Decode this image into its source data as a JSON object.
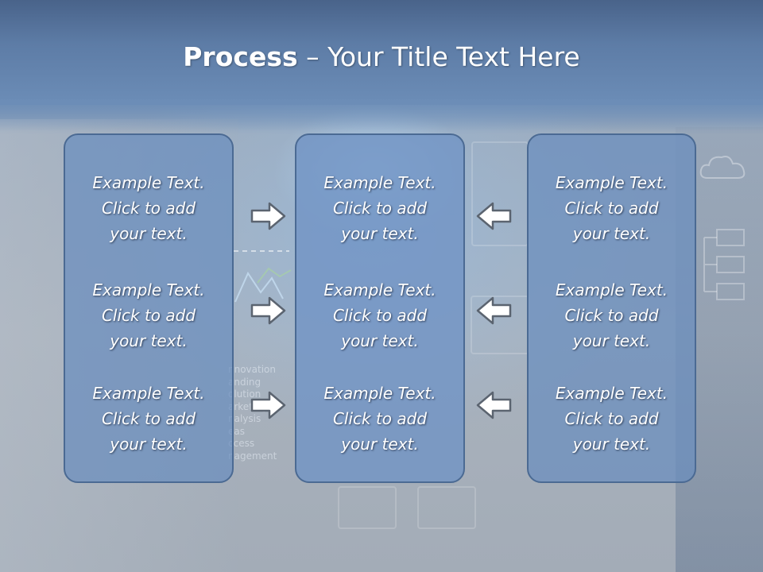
{
  "slide": {
    "title_bold": "Process",
    "title_rest": " – Your Title Text Here"
  },
  "background_text": [
    "nnovation",
    "anding",
    "olution",
    "arketing",
    "nalysis",
    "eas",
    "ccess",
    "nagement"
  ],
  "columns": [
    {
      "items": [
        {
          "l1": "Example Text.",
          "l2": "Click  to add",
          "l3": "your text."
        },
        {
          "l1": "Example Text.",
          "l2": "Click  to add",
          "l3": "your text."
        },
        {
          "l1": "Example Text.",
          "l2": "Click  to add",
          "l3": "your text."
        }
      ]
    },
    {
      "items": [
        {
          "l1": "Example Text.",
          "l2": "Click  to add",
          "l3": "your text."
        },
        {
          "l1": "Example Text.",
          "l2": "Click  to add",
          "l3": "your text."
        },
        {
          "l1": "Example Text.",
          "l2": "Click  to add",
          "l3": "your text."
        }
      ]
    },
    {
      "items": [
        {
          "l1": "Example Text.",
          "l2": "Click  to add",
          "l3": "your text."
        },
        {
          "l1": "Example Text.",
          "l2": "Click  to add",
          "l3": "your text."
        },
        {
          "l1": "Example Text.",
          "l2": "Click  to add",
          "l3": "your text."
        }
      ]
    }
  ],
  "arrows": {
    "left_group": "right-arrow-icon",
    "right_group": "left-arrow-icon"
  },
  "colors": {
    "box_fill": "#6a8ebe",
    "box_border": "#4b6a93",
    "header": "#5d7ca6",
    "text": "#ffffff"
  }
}
